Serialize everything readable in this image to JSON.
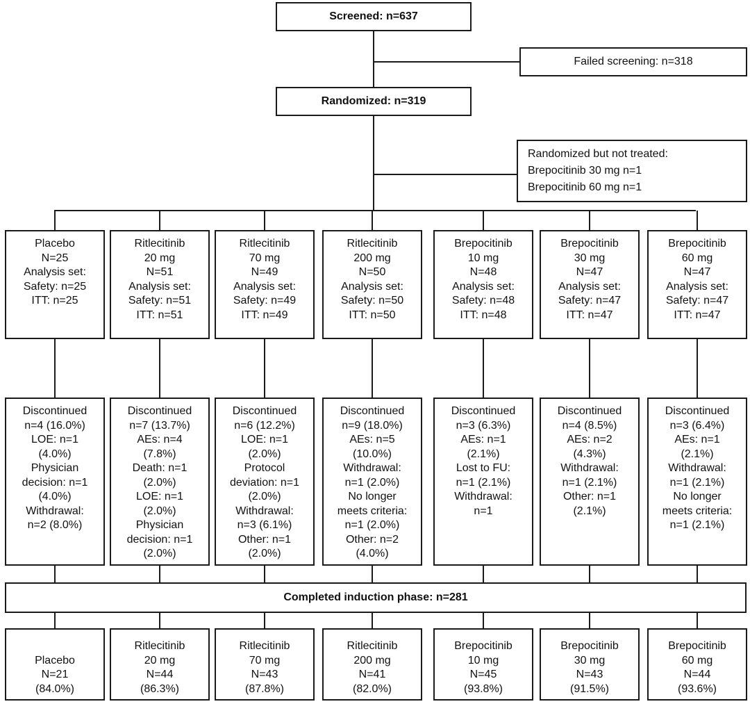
{
  "screened": "Screened: n=637",
  "failed_screening": "Failed screening: n=318",
  "randomized": "Randomized: n=319",
  "not_treated": {
    "line1": "Randomized but not treated:",
    "line2": "Brepocitinib 30 mg n=1",
    "line3": "Brepocitinib 60 mg n=1"
  },
  "completed": "Completed induction phase: n=281",
  "arms": [
    {
      "group": [
        "Placebo",
        "N=25",
        "Analysis set:",
        "Safety: n=25",
        "ITT: n=25"
      ],
      "discontinued": [
        "Discontinued",
        "n=4 (16.0%)",
        "LOE: n=1",
        "(4.0%)",
        "Physician",
        "decision: n=1",
        "(4.0%)",
        "Withdrawal:",
        "n=2 (8.0%)"
      ],
      "completed": [
        "Placebo",
        "N=21",
        "(84.0%)"
      ]
    },
    {
      "group": [
        "Ritlecitinib",
        "20 mg",
        "N=51",
        "Analysis set:",
        "Safety: n=51",
        "ITT: n=51"
      ],
      "discontinued": [
        "Discontinued",
        "n=7 (13.7%)",
        "AEs: n=4",
        "(7.8%)",
        "Death: n=1",
        "(2.0%)",
        "LOE: n=1",
        "(2.0%)",
        "Physician",
        "decision: n=1",
        "(2.0%)"
      ],
      "completed": [
        "Ritlecitinib",
        "20 mg",
        "N=44",
        "(86.3%)"
      ]
    },
    {
      "group": [
        "Ritlecitinib",
        "70 mg",
        "N=49",
        "Analysis set:",
        "Safety: n=49",
        "ITT: n=49"
      ],
      "discontinued": [
        "Discontinued",
        "n=6 (12.2%)",
        "LOE: n=1",
        "(2.0%)",
        "Protocol",
        "deviation: n=1",
        "(2.0%)",
        "Withdrawal:",
        "n=3 (6.1%)",
        "Other: n=1",
        "(2.0%)"
      ],
      "completed": [
        "Ritlecitinib",
        "70 mg",
        "N=43",
        "(87.8%)"
      ]
    },
    {
      "group": [
        "Ritlecitinib",
        "200 mg",
        "N=50",
        "Analysis set:",
        "Safety: n=50",
        "ITT: n=50"
      ],
      "discontinued": [
        "Discontinued",
        "n=9 (18.0%)",
        "AEs: n=5",
        "(10.0%)",
        "Withdrawal:",
        "n=1 (2.0%)",
        "No longer",
        "meets criteria:",
        "n=1 (2.0%)",
        "Other: n=2",
        "(4.0%)"
      ],
      "completed": [
        "Ritlecitinib",
        "200 mg",
        "N=41",
        "(82.0%)"
      ]
    },
    {
      "group": [
        "Brepocitinib",
        "10 mg",
        "N=48",
        "Analysis set:",
        "Safety: n=48",
        "ITT: n=48"
      ],
      "discontinued": [
        "Discontinued",
        "n=3 (6.3%)",
        "AEs: n=1",
        "(2.1%)",
        "Lost to FU:",
        "n=1 (2.1%)",
        "Withdrawal:",
        "n=1"
      ],
      "completed": [
        "Brepocitinib",
        "10 mg",
        "N=45",
        "(93.8%)"
      ]
    },
    {
      "group": [
        "Brepocitinib",
        "30 mg",
        "N=47",
        "Analysis set:",
        "Safety: n=47",
        "ITT: n=47"
      ],
      "discontinued": [
        "Discontinued",
        "n=4 (8.5%)",
        "AEs: n=2",
        "(4.3%)",
        "Withdrawal:",
        "n=1 (2.1%)",
        "Other: n=1",
        "(2.1%)"
      ],
      "completed": [
        "Brepocitinib",
        "30 mg",
        "N=43",
        "(91.5%)"
      ]
    },
    {
      "group": [
        "Brepocitinib",
        "60 mg",
        "N=47",
        "Analysis set:",
        "Safety: n=47",
        "ITT: n=47"
      ],
      "discontinued": [
        "Discontinued",
        "n=3 (6.4%)",
        "AEs: n=1",
        "(2.1%)",
        "Withdrawal:",
        "n=1 (2.1%)",
        "No longer",
        "meets criteria:",
        "n=1 (2.1%)"
      ],
      "completed": [
        "Brepocitinib",
        "60 mg",
        "N=44",
        "(93.6%)"
      ]
    }
  ]
}
